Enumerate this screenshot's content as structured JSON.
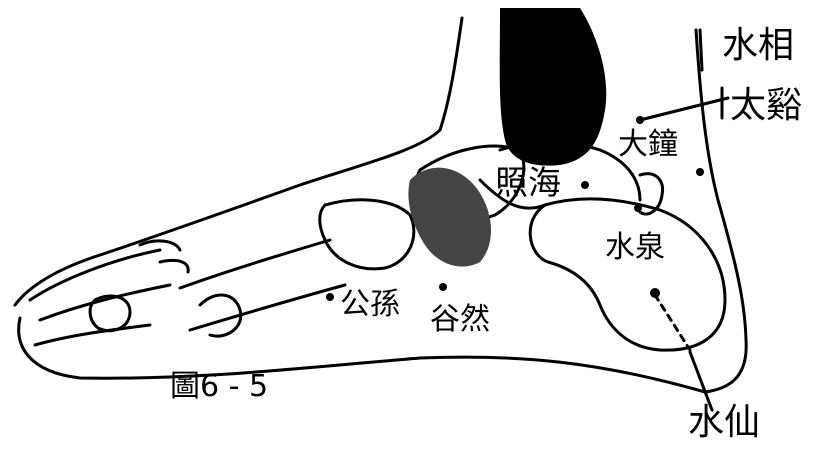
{
  "diagram": {
    "caption": "圖6 - 5",
    "points": {
      "shuixiang": "水相",
      "taixi": "太谿",
      "dazhong": "大鐘",
      "zhaohai": "照海",
      "shuiquan": "水泉",
      "gongsun": "公孫",
      "rangu": "谷然",
      "shuixian": "水仙"
    }
  },
  "colors": {
    "ink": "#000000",
    "paper": "#ffffff"
  }
}
